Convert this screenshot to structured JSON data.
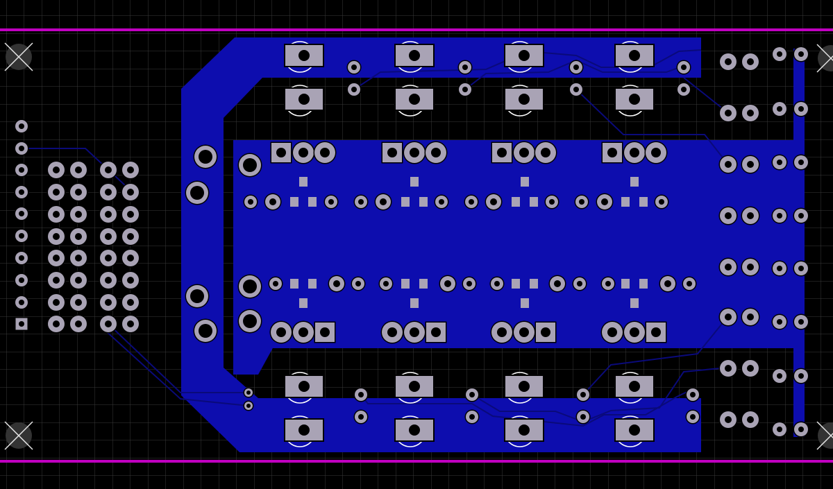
{
  "colors": {
    "background": "#000000",
    "grid": "#3a3a3a",
    "board_outline": "#c000c0",
    "copper_bottom": "#0d0dae",
    "trace": "#0a0a7a",
    "pad": "#a9a3b5",
    "hole": "#000000",
    "mount_hole": "#333333",
    "mount_cross": "#e6e6e6",
    "pad_ring": "#ffffff"
  },
  "layers": {
    "board_outline": "board-outline",
    "copper": "bottom-copper",
    "silk": "none"
  },
  "components": {
    "headers": [
      "left-single-row-header",
      "left-dual-header-a",
      "left-dual-header-b",
      "right-header-column"
    ],
    "buttons_top_row": 8,
    "buttons_bottom_row": 8,
    "to92_top_row": 4,
    "to92_bottom_row": 4,
    "mount_holes": 4
  }
}
